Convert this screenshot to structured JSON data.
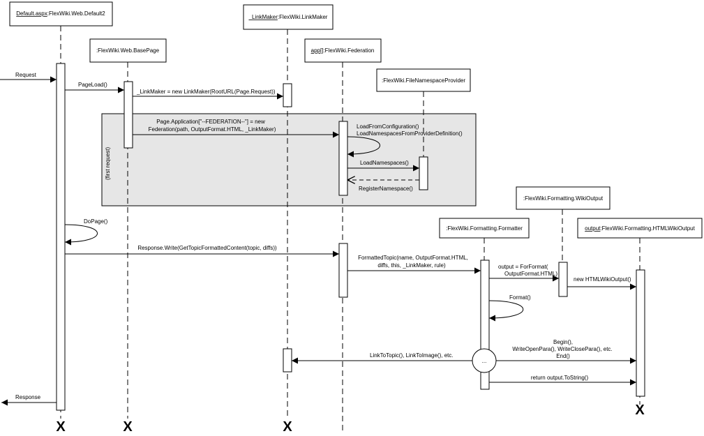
{
  "participants": {
    "default2": {
      "instance": "Default.aspx",
      "type": ":FlexWiki.Web.Default2"
    },
    "basepage": {
      "instance": "",
      "type": ":FlexWiki.Web.BasePage"
    },
    "linkmaker": {
      "instance": "_LinkMaker",
      "type": ":FlexWiki.LinkMaker"
    },
    "federation": {
      "instance": "app[]",
      "type": ":FlexWiki.Federation"
    },
    "fileprovider": {
      "instance": "",
      "type": ":FlexWiki.FileNamespaceProvider"
    },
    "formatter": {
      "instance": "",
      "type": ":FlexWiki.Formatting.Formatter"
    },
    "wikioutput": {
      "instance": "",
      "type": ":FlexWiki.Formatting.WikiOutput"
    },
    "htmloutput": {
      "instance": "output",
      "type": ":FlexWiki.Formatting.HTMLWikiOutput"
    }
  },
  "fragment": {
    "label": "(first request)"
  },
  "messages": {
    "request": "Request",
    "pageload": "PageLoad()",
    "new_linkmaker": "_LinkMaker = new LinkMaker(RootURL(Page.Request))",
    "new_federation_1": "Page.Application[\"--FEDERATION--\"] = new",
    "new_federation_2": "Federation(path, OutputFormat.HTML, _LinkMaker)",
    "load_config": "LoadFromConfiguration()",
    "load_ns_provider": "LoadNamespacesFromProviderDefinition()",
    "load_namespaces": "LoadNamespaces()",
    "register_namespace": "RegisterNamespace()",
    "dopage": "DoPage()",
    "response_write": "Response.Write(GetTopicFormattedContent(topic, diffs))",
    "formatted_topic_1": "FormattedTopic(name, OutputFormat.HTML,",
    "formatted_topic_2": "diffs, this, _LinkMaker, rule)",
    "for_format_1": "output = ForFormat(",
    "for_format_2": "OutputFormat.HTML)",
    "new_html_output": "new HTMLWikiOutput()",
    "format": "Format()",
    "begin_1": "Begin(),",
    "begin_2": "WriteOpenPara(), WriteClosePara(), etc.",
    "begin_3": "End()",
    "link_to_topic": "LinkToTopic(), LinkToImage(), etc.",
    "ellipsis": "...",
    "return_output": "return output.ToString()",
    "response": "Response"
  },
  "destroy_mark": "X"
}
